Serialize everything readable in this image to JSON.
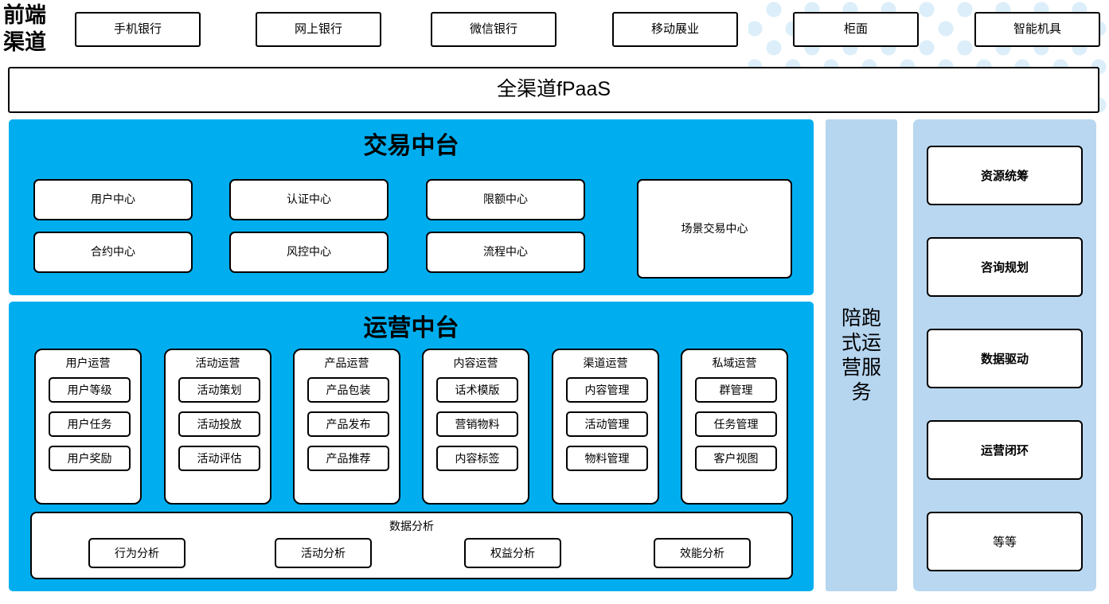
{
  "front_channel": {
    "label": "前端\n渠道",
    "label_line1": "前端",
    "label_line2": "渠道",
    "channels": [
      {
        "name": "mobile-bank",
        "label": "手机银行"
      },
      {
        "name": "internet-bank",
        "label": "网上银行"
      },
      {
        "name": "wechat-bank",
        "label": "微信银行"
      },
      {
        "name": "mobile-field",
        "label": "移动展业"
      },
      {
        "name": "counter",
        "label": "柜面"
      },
      {
        "name": "smart-machine",
        "label": "智能机具"
      }
    ]
  },
  "fpaas": {
    "label": "全渠道fPaaS"
  },
  "trade_center": {
    "title": "交易中台",
    "chips": [
      {
        "name": "user-center",
        "label": "用户中心"
      },
      {
        "name": "auth-center",
        "label": "认证中心"
      },
      {
        "name": "limit-center",
        "label": "限额中心"
      },
      {
        "name": "contract-center",
        "label": "合约中心"
      },
      {
        "name": "riskctrl-center",
        "label": "风控中心"
      },
      {
        "name": "process-center",
        "label": "流程中心"
      }
    ],
    "scene_chip": {
      "name": "scene-trade-center",
      "label": "场景交易中心"
    }
  },
  "ops_center": {
    "title": "运营中台",
    "columns": [
      {
        "name": "user-ops",
        "title": "用户运营",
        "items": [
          "用户等级",
          "用户任务",
          "用户奖励"
        ]
      },
      {
        "name": "activity-ops",
        "title": "活动运营",
        "items": [
          "活动策划",
          "活动投放",
          "活动评估"
        ]
      },
      {
        "name": "product-ops",
        "title": "产品运营",
        "items": [
          "产品包装",
          "产品发布",
          "产品推荐"
        ]
      },
      {
        "name": "content-ops",
        "title": "内容运营",
        "items": [
          "话术模版",
          "营销物料",
          "内容标签"
        ]
      },
      {
        "name": "channel-ops",
        "title": "渠道运营",
        "items": [
          "内容管理",
          "活动管理",
          "物料管理"
        ]
      },
      {
        "name": "private-ops",
        "title": "私域运营",
        "items": [
          "群管理",
          "任务管理",
          "客户视图"
        ]
      }
    ],
    "data_analysis": {
      "title": "数据分析",
      "chips": [
        {
          "name": "behavior-analysis",
          "label": "行为分析"
        },
        {
          "name": "activity-analysis",
          "label": "活动分析"
        },
        {
          "name": "equity-analysis",
          "label": "权益分析"
        },
        {
          "name": "efficiency-analysis",
          "label": "效能分析"
        }
      ]
    }
  },
  "service_panel": {
    "title": "陪跑式运营服务"
  },
  "right_panel": {
    "items": [
      {
        "name": "resource-coordination",
        "label": "资源统筹",
        "bold": true
      },
      {
        "name": "consulting-planning",
        "label": "咨询规划",
        "bold": true
      },
      {
        "name": "data-driven",
        "label": "数据驱动",
        "bold": true
      },
      {
        "name": "operation-closed-loop",
        "label": "运营闭环",
        "bold": true
      },
      {
        "name": "etc",
        "label": "等等",
        "bold": false
      }
    ]
  },
  "colors": {
    "cyan": "#00AEEF",
    "light_blue_panel": "#b6d5ef",
    "right_panel": "#b9d7f0",
    "dot": "#dbeef9",
    "border": "#000000"
  }
}
